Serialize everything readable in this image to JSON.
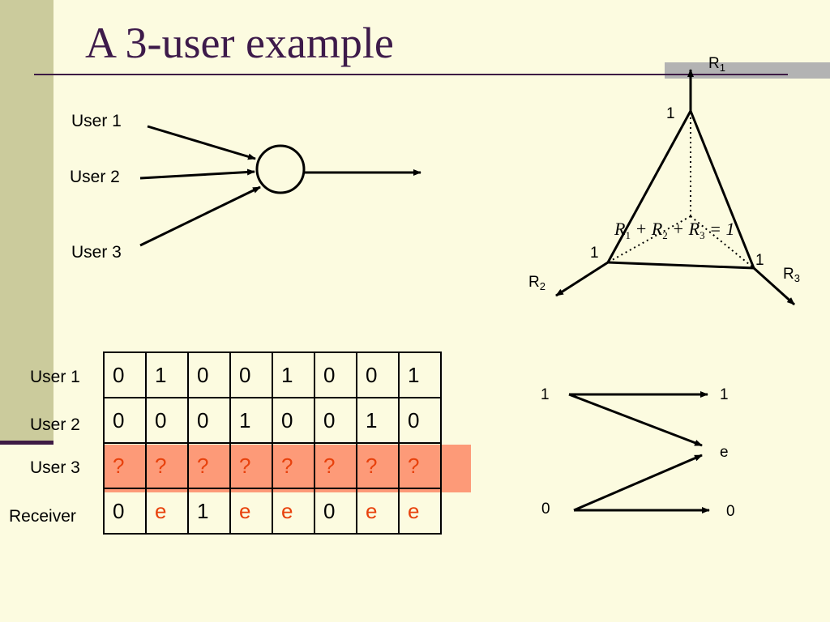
{
  "slide": {
    "title": "A 3-user example"
  },
  "mac_diagram": {
    "inputs": [
      "User 1",
      "User 2",
      "User 3"
    ]
  },
  "rate_region": {
    "axes": {
      "r1_main": "R",
      "r1_sub": "1",
      "r2_main": "R",
      "r2_sub": "2",
      "r3_main": "R",
      "r3_sub": "3"
    },
    "corner_labels": {
      "top": "1",
      "left": "1",
      "right": "1"
    },
    "equation": {
      "r": "R",
      "s1": "1",
      "s2": "2",
      "s3": "3",
      "plus": "+",
      "eq": "=",
      "rhs": "1"
    }
  },
  "table": {
    "row_labels": [
      "User 1",
      "User 2",
      "User 3",
      "Receiver"
    ],
    "rows": [
      [
        "0",
        "1",
        "0",
        "0",
        "1",
        "0",
        "0",
        "1"
      ],
      [
        "0",
        "0",
        "0",
        "1",
        "0",
        "0",
        "1",
        "0"
      ],
      [
        "?",
        "?",
        "?",
        "?",
        "?",
        "?",
        "?",
        "?"
      ],
      [
        "0",
        "e",
        "1",
        "e",
        "e",
        "0",
        "e",
        "e"
      ]
    ],
    "highlight_color": "#fd9a78",
    "red_text_color": "#e8410c"
  },
  "erasure_channel": {
    "inputs": [
      "1",
      "0"
    ],
    "outputs": [
      "1",
      "e",
      "0"
    ]
  }
}
